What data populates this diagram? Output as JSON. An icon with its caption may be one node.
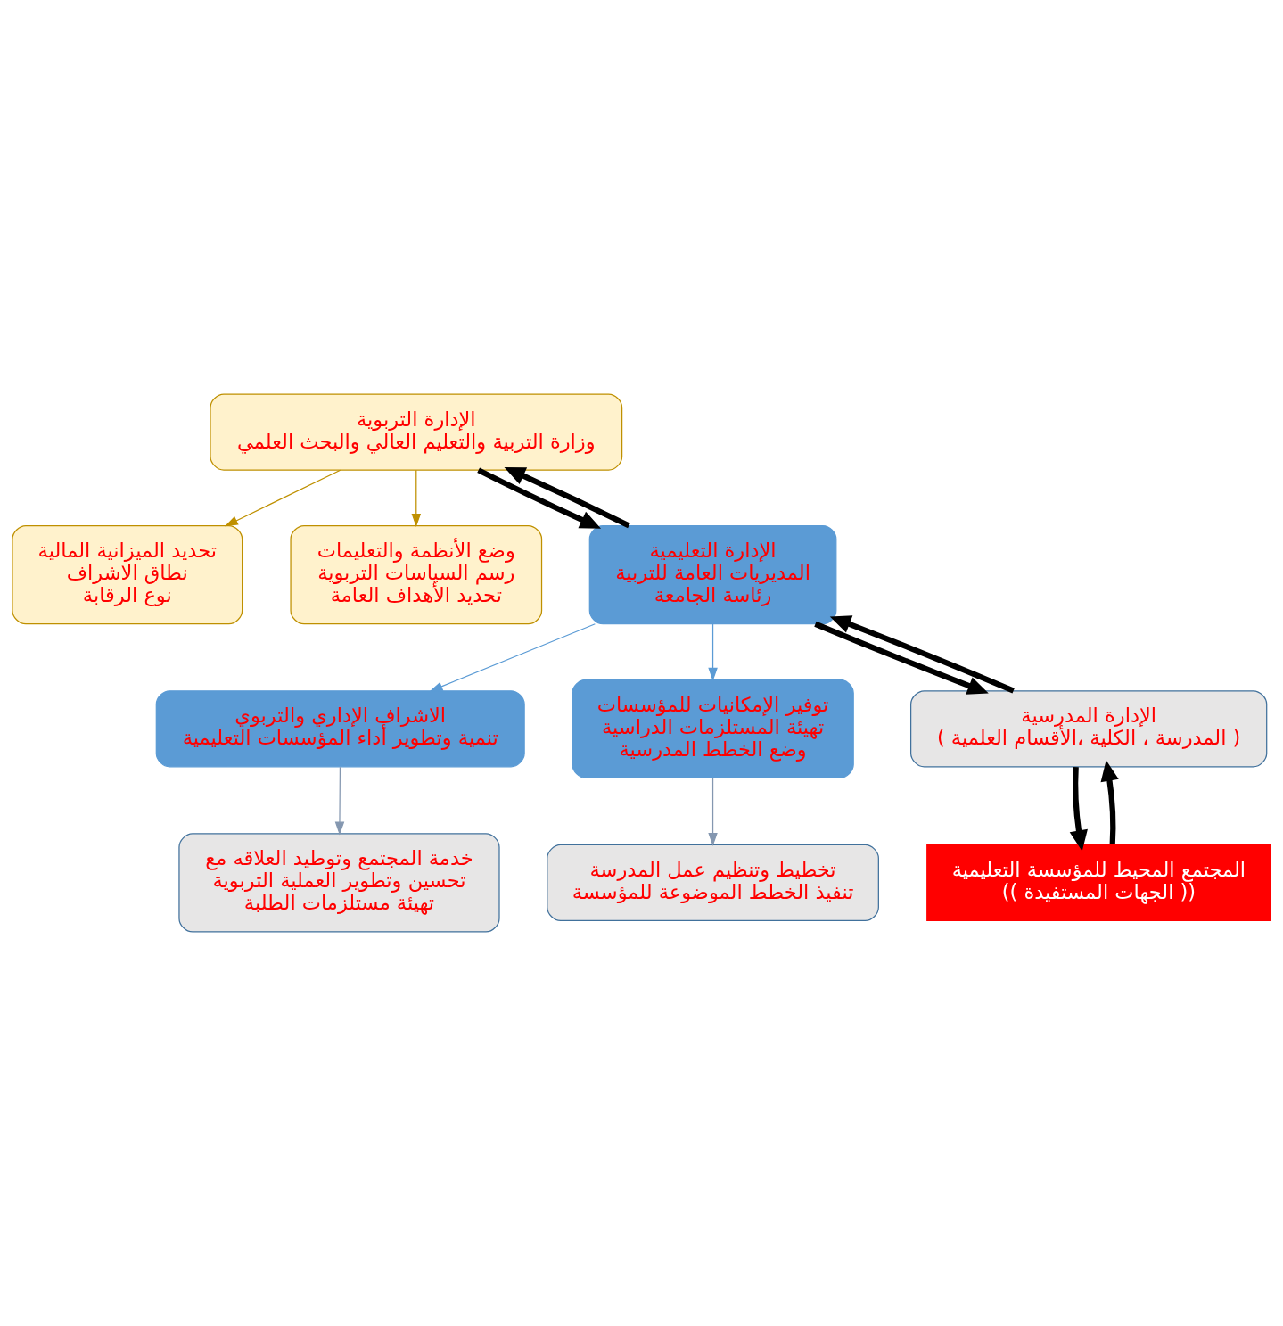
{
  "diagram": {
    "nodes": [
      {
        "text": [
          "الإدارة التربوية",
          "وزارة التربية والتعليم العالي والبحث العلمي"
        ]
      },
      {
        "text": [
          "تحديد الميزانية المالية",
          "نطاق الاشراف",
          "نوع الرقابة"
        ]
      },
      {
        "text": [
          "وضع الأنظمة والتعليمات",
          "رسم السياسات التربوية",
          "تحديد الأهداف العامة"
        ]
      },
      {
        "text": [
          "الإدارة التعليمية",
          "المديريات العامة للتربية",
          "رئاسة الجامعة"
        ]
      },
      {
        "text": [
          "الاشراف الإداري والتربوي",
          "تنمية وتطوير أداء المؤسسات التعليمية"
        ]
      },
      {
        "text": [
          "توفير الإمكانيات للمؤسسات",
          "تهيئة المستلزمات الدراسية",
          "وضع الخطط المدرسية"
        ]
      },
      {
        "text": [
          "الإدارة المدرسية",
          "( المدرسة ، الكلية ،الأقسام العلمية )"
        ]
      },
      {
        "text": [
          "خدمة المجتمع وتوطيد العلاقه مع",
          "تحسين وتطوير العملية التربوية",
          "تهيئة مستلزمات الطلبة"
        ]
      },
      {
        "text": [
          "تخطيط وتنظيم عمل المدرسة",
          "تنفيذ الخطط الموضوعة للمؤسسة"
        ]
      },
      {
        "text": [
          "المجتمع المحيط للمؤسسة التعليمية",
          "(( الجهات المستفيدة ))"
        ]
      }
    ],
    "edges": [
      {
        "from": 0,
        "to": 1,
        "arrow": "to",
        "color": "#bf9000"
      },
      {
        "from": 0,
        "to": 2,
        "arrow": "to",
        "color": "#bf9000"
      },
      {
        "from": 0,
        "to": 3,
        "arrow": "to",
        "style": "thick"
      },
      {
        "from": 3,
        "to": 0,
        "arrow": "to",
        "style": "thick"
      },
      {
        "from": 3,
        "to": 4,
        "arrow": "to",
        "color": "#5b9bd5"
      },
      {
        "from": 3,
        "to": 5,
        "arrow": "to",
        "color": "#5b9bd5"
      },
      {
        "from": 3,
        "to": 6,
        "arrow": "to",
        "style": "thick"
      },
      {
        "from": 6,
        "to": 3,
        "arrow": "to",
        "style": "thick"
      },
      {
        "from": 4,
        "to": 7,
        "arrow": "to",
        "color": "#8497b0"
      },
      {
        "from": 5,
        "to": 8,
        "arrow": "to",
        "color": "#8497b0"
      },
      {
        "from": 6,
        "to": 9,
        "arrow": "to",
        "style": "thick"
      },
      {
        "from": 9,
        "to": 6,
        "arrow": "to",
        "style": "thick"
      }
    ]
  }
}
